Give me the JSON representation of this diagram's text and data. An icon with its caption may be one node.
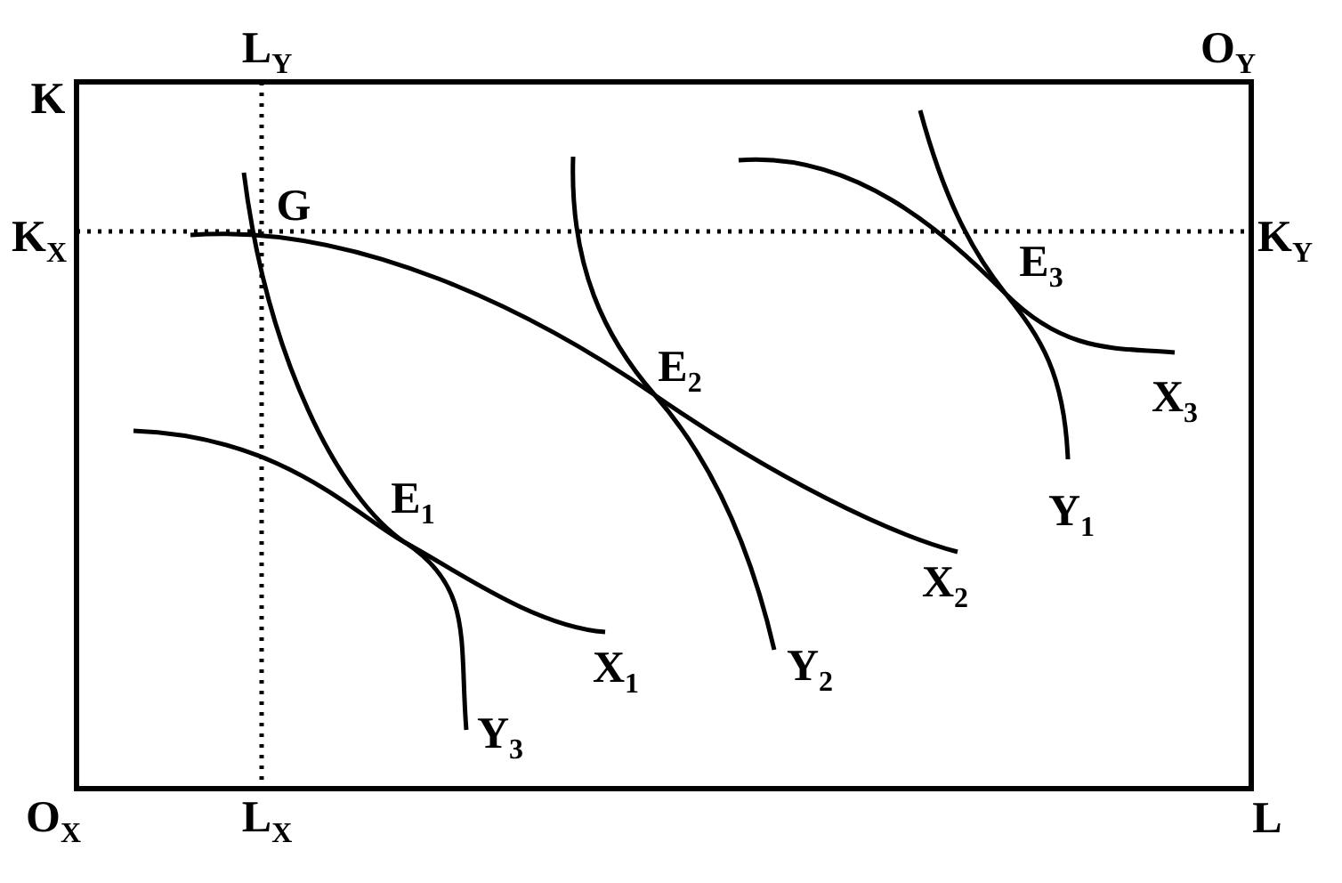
{
  "diagram": {
    "labels": [
      "L$_{Y}$",
      "O$_{Y}$",
      "K",
      "G",
      "K$_{X}$",
      "K$_{Y}$",
      "E$_{3}$",
      "E$_{2}$",
      "X$_{3}$",
      "E$_{1}$",
      "Y$_{1}$",
      "X$_{2}$",
      "X$_{1}$",
      "Y$_{2}$",
      "Y$_{3}$",
      "O$_{X}$",
      "L$_{X}$",
      "L"
    ]
  }
}
